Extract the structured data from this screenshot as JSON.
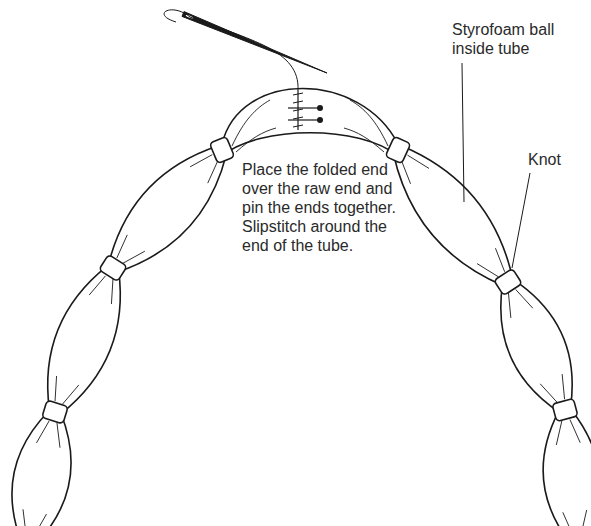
{
  "diagram": {
    "labels": [
      "Styrofoam ball inside tube",
      "Knot",
      "Place the folded end over the raw end and pin the ends together. Slipstitch around the end of the tube."
    ]
  }
}
